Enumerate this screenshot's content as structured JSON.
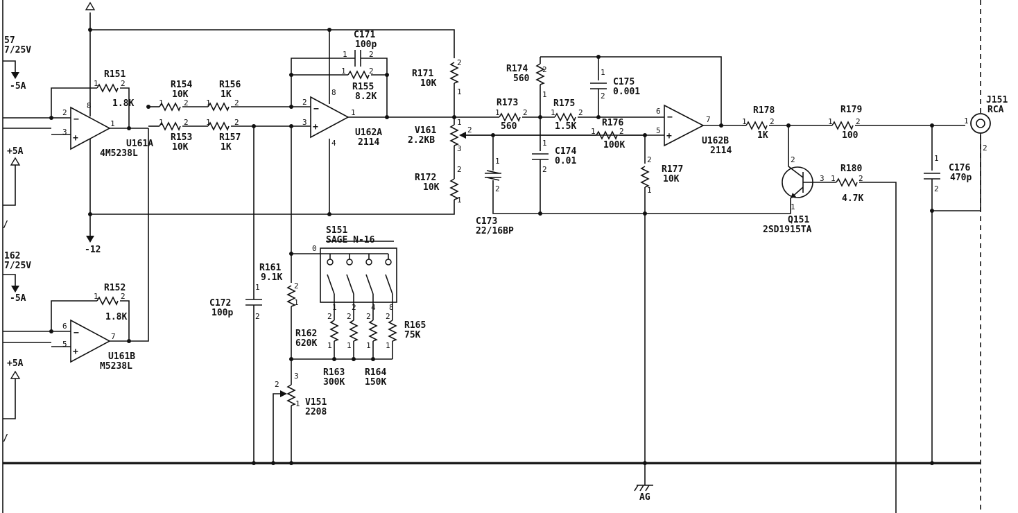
{
  "parts": {
    "R151": {
      "ref": "R151",
      "value": "1.8K"
    },
    "R152": {
      "ref": "R152",
      "value": "1.8K"
    },
    "R153": {
      "ref": "R153",
      "value": "10K"
    },
    "R154": {
      "ref": "R154",
      "value": "10K"
    },
    "R155": {
      "ref": "R155",
      "value": "8.2K"
    },
    "R156": {
      "ref": "R156",
      "value": "1K"
    },
    "R157": {
      "ref": "R157",
      "value": "1K"
    },
    "R161": {
      "ref": "R161",
      "value": "9.1K"
    },
    "R162": {
      "ref": "R162",
      "value": "620K"
    },
    "R163": {
      "ref": "R163",
      "value": "300K"
    },
    "R164": {
      "ref": "R164",
      "value": "150K"
    },
    "R165": {
      "ref": "R165",
      "value": "75K"
    },
    "R171": {
      "ref": "R171",
      "value": "10K"
    },
    "R172": {
      "ref": "R172",
      "value": "10K"
    },
    "R173": {
      "ref": "R173",
      "value": "560"
    },
    "R174": {
      "ref": "R174",
      "value": "560"
    },
    "R175": {
      "ref": "R175",
      "value": "1.5K"
    },
    "R176": {
      "ref": "R176",
      "value": "100K"
    },
    "R177": {
      "ref": "R177",
      "value": "10K"
    },
    "R178": {
      "ref": "R178",
      "value": "1K"
    },
    "R179": {
      "ref": "R179",
      "value": "100"
    },
    "R180": {
      "ref": "R180",
      "value": "4.7K"
    },
    "C171": {
      "ref": "C171",
      "value": "100p"
    },
    "C172": {
      "ref": "C172",
      "value": "100p"
    },
    "C173": {
      "ref": "C173",
      "value": "22/16BP"
    },
    "C174": {
      "ref": "C174",
      "value": "0.01"
    },
    "C175": {
      "ref": "C175",
      "value": "0.001"
    },
    "C176": {
      "ref": "C176",
      "value": "470p"
    },
    "U161A": {
      "ref": "U161A",
      "value": "4M5238L"
    },
    "U161B": {
      "ref": "U161B",
      "value": "M5238L"
    },
    "U162A": {
      "ref": "U162A",
      "value": "2114"
    },
    "U162B": {
      "ref": "U162B",
      "value": "2114"
    },
    "V151": {
      "ref": "V151",
      "value": "2208"
    },
    "V161": {
      "ref": "V161",
      "value": "2.2KB"
    },
    "Q151": {
      "ref": "Q151",
      "value": "2SD1915TA"
    },
    "J151": {
      "ref": "J151",
      "value": "RCA"
    },
    "S151": {
      "ref": "S151",
      "value": "SAGE N-16"
    }
  },
  "edge_labels": {
    "top_a": "57",
    "top_b": "7/25V",
    "bot_a": "162",
    "bot_b": "7/25V",
    "neg5a_top": "-5A",
    "neg5a_bot": "-5A",
    "pos5a_top": "+5A",
    "pos5a_bot": "+5A",
    "slash_top": "/",
    "slash_bot": "/"
  },
  "rails": {
    "neg12": "-12",
    "ag": "AG"
  },
  "pins": {
    "p0": "0",
    "p1": "1",
    "p2": "2",
    "p3": "3",
    "p4": "4",
    "p5": "5",
    "p6": "6",
    "p7": "7",
    "p8": "8",
    "minus": "−",
    "plus": "+"
  }
}
